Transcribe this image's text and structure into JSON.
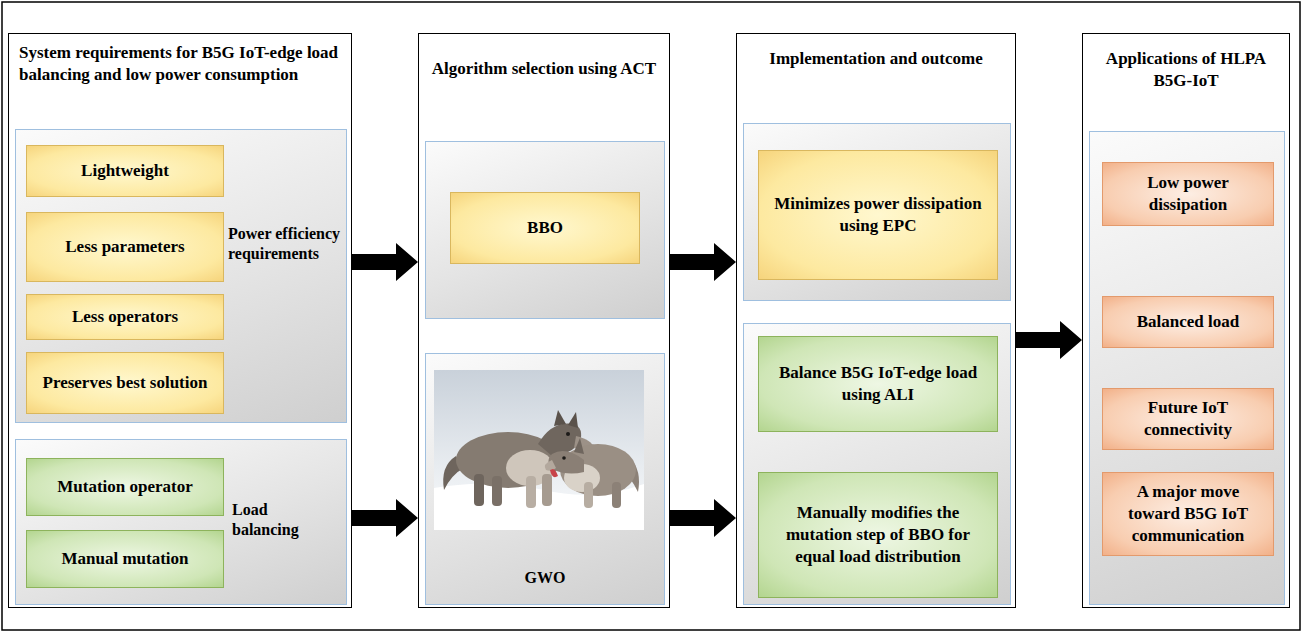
{
  "diagram": {
    "nodes": [
      {
        "text": [
          "System requirements for B5G IoT-edge load balancing and low power consumption"
        ]
      },
      {
        "text": [
          "Power efficiency requirements"
        ],
        "in": 0
      },
      {
        "text": [
          "Lightweight"
        ],
        "in": 1
      },
      {
        "text": [
          "Less parameters"
        ],
        "in": 1
      },
      {
        "text": [
          "Less operators"
        ],
        "in": 1
      },
      {
        "text": [
          "Preserves best solution"
        ],
        "in": 1
      },
      {
        "text": [
          "Load balancing"
        ],
        "in": 0
      },
      {
        "text": [
          "Mutation operator"
        ],
        "in": 6
      },
      {
        "text": [
          "Manual mutation"
        ],
        "in": 6
      },
      {
        "text": [
          "Algorithm selection using ACT"
        ]
      },
      {
        "text": [],
        "in": 9
      },
      {
        "text": [
          "BBO"
        ],
        "in": 10
      },
      {
        "text": [
          "GWO"
        ],
        "in": 9
      },
      {
        "text": [
          "Implementation and outcome"
        ]
      },
      {
        "text": [],
        "in": 13
      },
      {
        "text": [
          "Minimizes power dissipation using EPC"
        ],
        "in": 14
      },
      {
        "text": [],
        "in": 13
      },
      {
        "text": [
          "Balance B5G IoT-edge load using ALI"
        ],
        "in": 16
      },
      {
        "text": [
          "Manually modifies the mutation step of BBO for equal load distribution"
        ],
        "in": 16
      },
      {
        "text": [
          "Applications of HLPA B5G-IoT"
        ]
      },
      {
        "text": [],
        "in": 19
      },
      {
        "text": [
          "Low power dissipation"
        ],
        "in": 20
      },
      {
        "text": [
          "Balanced load"
        ],
        "in": 20
      },
      {
        "text": [
          "Future IoT connectivity"
        ],
        "in": 20
      },
      {
        "text": [
          "A major move toward B5G IoT communication"
        ],
        "in": 20
      }
    ],
    "edges": [
      {
        "from": 0,
        "to": 9,
        "arrow": "to"
      },
      {
        "from": 0,
        "to": 9,
        "arrow": "to"
      },
      {
        "from": 9,
        "to": 13,
        "arrow": "to"
      },
      {
        "from": 9,
        "to": 13,
        "arrow": "to"
      },
      {
        "from": 13,
        "to": 19,
        "arrow": "to"
      }
    ]
  }
}
